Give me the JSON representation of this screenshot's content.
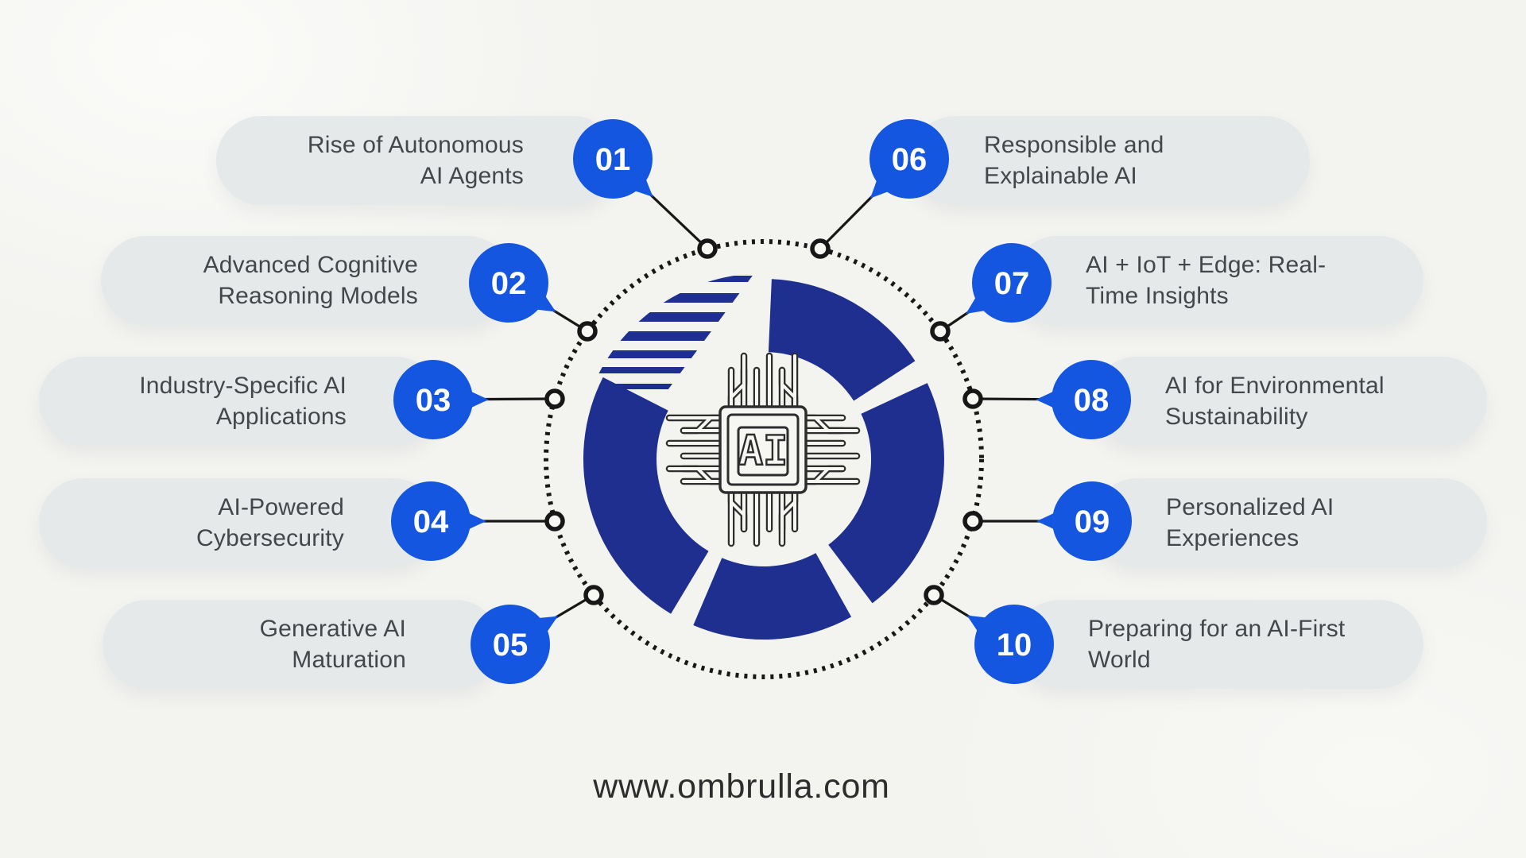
{
  "footer": {
    "website": "www.ombrulla.com"
  },
  "center": {
    "chip_label": "AI"
  },
  "colors": {
    "accent_blue": "#1456e0",
    "donut_navy": "#1f2f8f",
    "pill_bg": "#e5e9ea",
    "pill_text": "#43474b",
    "line_dark": "#171717",
    "page_bg": "#f3f3f0",
    "chip_line": "#2d2d2d",
    "number_text": "#ffffff"
  },
  "items": [
    {
      "number": "01",
      "lines": [
        "Rise of Autonomous",
        "AI Agents"
      ],
      "side": "left"
    },
    {
      "number": "02",
      "lines": [
        "Advanced Cognitive",
        "Reasoning Models"
      ],
      "side": "left"
    },
    {
      "number": "03",
      "lines": [
        "Industry-Specific AI",
        "Applications"
      ],
      "side": "left"
    },
    {
      "number": "04",
      "lines": [
        "AI-Powered",
        "Cybersecurity"
      ],
      "side": "left"
    },
    {
      "number": "05",
      "lines": [
        "Generative AI",
        "Maturation"
      ],
      "side": "left"
    },
    {
      "number": "06",
      "lines": [
        "Responsible and",
        "Explainable AI"
      ],
      "side": "right"
    },
    {
      "number": "07",
      "lines": [
        "AI + IoT + Edge: Real-",
        "Time Insights"
      ],
      "side": "right"
    },
    {
      "number": "08",
      "lines": [
        "AI for Environmental",
        "Sustainability"
      ],
      "side": "right"
    },
    {
      "number": "09",
      "lines": [
        "Personalized AI",
        "Experiences"
      ],
      "side": "right"
    },
    {
      "number": "10",
      "lines": [
        "Preparing for an AI-First",
        "World"
      ],
      "side": "right"
    }
  ]
}
